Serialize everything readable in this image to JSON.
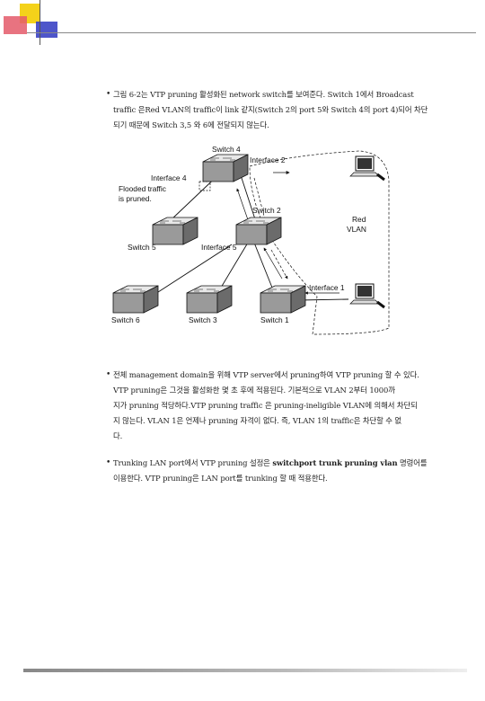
{
  "para1": {
    "line1": "그림 6-2는 VTP pruning 활성화된 network switch를 보여준다. Switch 1에서 Broadcast",
    "line2": "traffic 은Red VLAN의 traffic이 link 같지(Switch 2의 port 5와 Switch 4의 port 4)되어 차단",
    "line3": "되기 때문에 Switch 3,5 와 6에 전달되지 않는다."
  },
  "diagram": {
    "switch4": "Switch 4",
    "switch2": "Switch 2",
    "switch5": "Switch 5",
    "switch6": "Switch 6",
    "switch3": "Switch 3",
    "switch1": "Switch 1",
    "interface2": "Interface 2",
    "interface4": "Interface 4",
    "interface5": "Interface 5",
    "interface1": "Interface 1",
    "flooded1": "Flooded traffic",
    "flooded2": "is pruned.",
    "redvlan1": "Red",
    "redvlan2": "VLAN"
  },
  "para2": {
    "line1": "전체 management domain을 위해 VTP server에서 pruning하여 VTP pruning 할 수 있다.",
    "line2": "VTP pruning은 그것을 활성화한 몇 초 후에 적용된다. 기본적으로 VLAN 2부터 1000까",
    "line3": "지가 pruning 적당하다.VTP pruning traffic 은 pruning-ineligible VLAN에 의해서 차단되",
    "line4": "지 않는다. VLAN 1은 언제나 pruning 자격이 없다. 즉, VLAN 1의 traffic은 차단할 수 없",
    "line5": "다."
  },
  "para3": {
    "line1_a": "Trunking LAN port에서 VTP pruning 설정은 ",
    "line1_b": "switchport trunk pruning vlan",
    "line1_c": " 명령어를",
    "line2": "이용한다. VTP pruning은 LAN port를 trunking 할 때 적용한다."
  },
  "bullet": "•"
}
